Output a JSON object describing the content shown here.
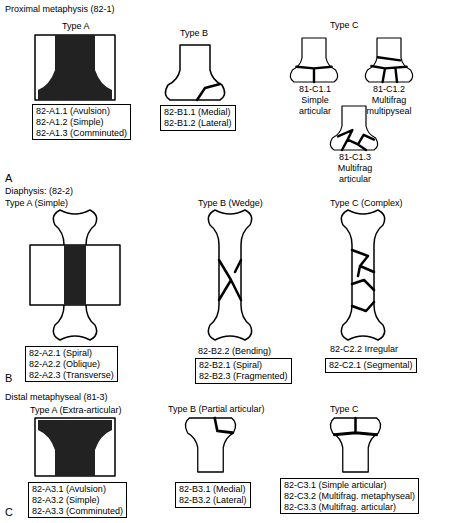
{
  "diagram": {
    "nodes": [
      {
        "text": [
          "82-A1.1 (Avulsion)",
          "82-A1.2 (Simple)",
          "82-A1.3 (Comminuted)"
        ]
      },
      {
        "text": [
          "82-B1.1 (Medial)",
          "82-B1.2 (Lateral)"
        ]
      },
      {
        "text": [
          "82-A2.1 (Spiral)",
          "82-A2.2 (Oblique)",
          "82-A2.3 (Transverse)"
        ]
      },
      {
        "text": [
          "82-B2.1 (Spiral)",
          "82-B2.3 (Fragmented)"
        ]
      },
      {
        "text": [
          "82-C2.1 (Segmental)"
        ]
      },
      {
        "text": [
          "82-A3.1 (Avulsion)",
          "82-A3.2 (Simple)",
          "82-A3.3 (Comminuted)"
        ]
      },
      {
        "text": [
          "82-B3.1 (Medial)",
          "82-B3.2 (Lateral)"
        ]
      },
      {
        "text": [
          "82-C3.1 (Simple articular)",
          "82-C3.2 (Multifrag. metaphyseal)",
          "82-C3.3 (Multifrag. articular)"
        ]
      }
    ],
    "labels": [
      "Proximal metaphysis (82-1)",
      "Type A",
      "Type B",
      "Type C",
      "81-C1.1 Simple articular",
      "81-C1.2 Multifrag multipyseal",
      "81-C1.3 Multifrag articular",
      "A",
      "Diaphysis: (82-2)",
      "Type A (Simple)",
      "Type B (Wedge)",
      "Type C (Complex)",
      "82-B2.2 (Bending)",
      "82-C2.2 Irregular",
      "B",
      "Distal metaphyseal (81-3)",
      "Type A (Extra-articular)",
      "Type B (Partial articular)",
      "Type C",
      "C"
    ]
  }
}
